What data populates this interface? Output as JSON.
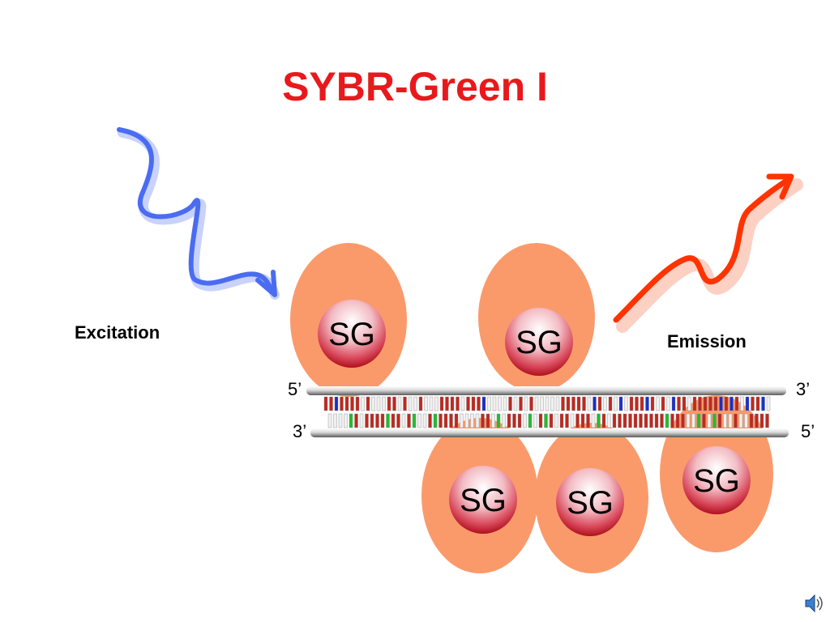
{
  "title": "SYBR-Green I",
  "labels": {
    "excitation": "Excitation",
    "emission": "Emission",
    "top_left_end": "5’",
    "top_right_end": "3’",
    "bottom_left_end": "3’",
    "bottom_right_end": "5’"
  },
  "dye": {
    "label": "SG",
    "count": 5
  },
  "colors": {
    "title": "#e8191c",
    "excitation_wave": "#4a6cf2",
    "emission_wave": "#ff3300",
    "dye_halo": "#fa9a6b",
    "dye_core": "#c8202e",
    "base_blue": "#1a2fc8",
    "base_green": "#1fbf2a",
    "base_red": "#c0281e",
    "base_light": "#f0f0f0"
  },
  "icons": {
    "speaker": "speaker-icon"
  }
}
